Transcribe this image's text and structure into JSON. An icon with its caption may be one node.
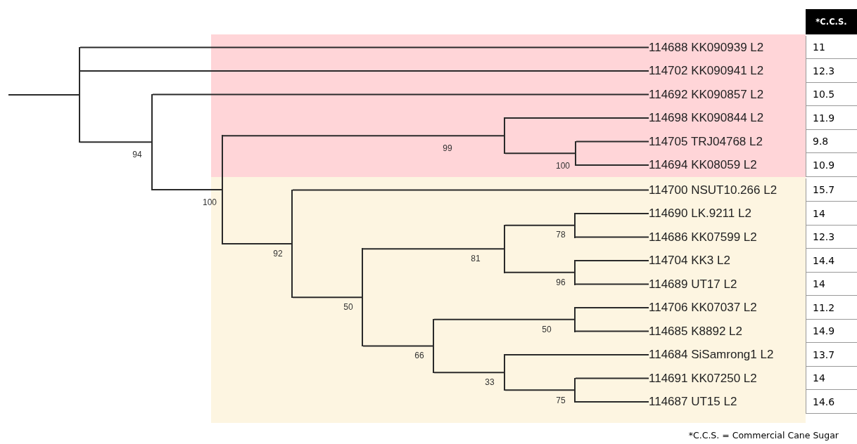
{
  "diagram": {
    "nodes": [
      {
        "text": [],
        "shape": "band"
      },
      {
        "text": [
          "114688 KK090939 L2"
        ],
        "in": 0
      },
      {
        "text": [
          "114702 KK090941 L2"
        ],
        "in": 0
      },
      {
        "text": [
          "114692 KK090857 L2"
        ],
        "in": 0
      },
      {
        "text": [
          "114698 KK090844 L2"
        ],
        "in": 0
      },
      {
        "text": [
          "114705 TRJ04768 L2"
        ],
        "in": 0
      },
      {
        "text": [
          "114694 KK08059 L2"
        ],
        "in": 0
      },
      {
        "text": [],
        "shape": "band"
      },
      {
        "text": [
          "114700 NSUT10.266 L2"
        ],
        "in": 7
      },
      {
        "text": [
          "114690 LK.9211 L2"
        ],
        "in": 7
      },
      {
        "text": [
          "114686 KK07599 L2"
        ],
        "in": 7
      },
      {
        "text": [
          "114704 KK3 L2"
        ],
        "in": 7
      },
      {
        "text": [
          "114689 UT17 L2"
        ],
        "in": 7
      },
      {
        "text": [
          "114706 KK07037 L2"
        ],
        "in": 7
      },
      {
        "text": [
          "114685 K8892 L2"
        ],
        "in": 7
      },
      {
        "text": [
          "114684 SiSamrong1 L2"
        ],
        "in": 7
      },
      {
        "text": [
          "114691 KK07250 L2"
        ],
        "in": 7
      },
      {
        "text": [
          "114687 UT15 L2"
        ],
        "in": 7
      },
      {
        "text": [],
        "shape": "bar"
      },
      {
        "text": [],
        "shape": "bar"
      },
      {
        "text": [],
        "shape": "bar"
      },
      {
        "text": [],
        "shape": "bar",
        "in": 0
      },
      {
        "text": [],
        "shape": "bar",
        "in": 0
      },
      {
        "text": [],
        "shape": "bar",
        "in": 7
      },
      {
        "text": [],
        "shape": "bar",
        "in": 7
      },
      {
        "text": [],
        "shape": "bar",
        "in": 7
      },
      {
        "text": [],
        "shape": "bar",
        "in": 7
      },
      {
        "text": [],
        "shape": "bar",
        "in": 7
      },
      {
        "text": [],
        "shape": "bar",
        "in": 7
      },
      {
        "text": [],
        "shape": "bar",
        "in": 7
      },
      {
        "text": [],
        "shape": "bar",
        "in": 7
      },
      {
        "text": [],
        "shape": "bar",
        "in": 7
      }
    ],
    "edges": [
      {
        "from": null,
        "to": 18,
        "arrow": "none"
      },
      {
        "from": 18,
        "to": 1,
        "arrow": "none"
      },
      {
        "from": 18,
        "to": 2,
        "arrow": "none"
      },
      {
        "from": 18,
        "to": 19,
        "arrow": "none",
        "label": "94"
      },
      {
        "from": 19,
        "to": 3,
        "arrow": "none"
      },
      {
        "from": 19,
        "to": 20,
        "arrow": "none",
        "label": "100"
      },
      {
        "from": 20,
        "to": 21,
        "arrow": "none",
        "label": "99"
      },
      {
        "from": 20,
        "to": 23,
        "arrow": "none",
        "label": "92"
      },
      {
        "from": 21,
        "to": 4,
        "arrow": "none"
      },
      {
        "from": 21,
        "to": 22,
        "arrow": "none",
        "label": "100"
      },
      {
        "from": 22,
        "to": 5,
        "arrow": "none"
      },
      {
        "from": 22,
        "to": 6,
        "arrow": "none"
      },
      {
        "from": 23,
        "to": 8,
        "arrow": "none"
      },
      {
        "from": 23,
        "to": 24,
        "arrow": "none",
        "label": "50"
      },
      {
        "from": 24,
        "to": 25,
        "arrow": "none",
        "label": "81"
      },
      {
        "from": 24,
        "to": 28,
        "arrow": "none",
        "label": "66"
      },
      {
        "from": 25,
        "to": 26,
        "arrow": "none",
        "label": "78"
      },
      {
        "from": 25,
        "to": 27,
        "arrow": "none",
        "label": "96"
      },
      {
        "from": 26,
        "to": 9,
        "arrow": "none"
      },
      {
        "from": 26,
        "to": 10,
        "arrow": "none"
      },
      {
        "from": 27,
        "to": 11,
        "arrow": "none"
      },
      {
        "from": 27,
        "to": 12,
        "arrow": "none"
      },
      {
        "from": 28,
        "to": 29,
        "arrow": "none",
        "label": "50"
      },
      {
        "from": 28,
        "to": 30,
        "arrow": "none",
        "label": "33"
      },
      {
        "from": 29,
        "to": 13,
        "arrow": "none"
      },
      {
        "from": 29,
        "to": 14,
        "arrow": "none"
      },
      {
        "from": 30,
        "to": 15,
        "arrow": "none"
      },
      {
        "from": 30,
        "to": 31,
        "arrow": "none",
        "label": "75"
      },
      {
        "from": 31,
        "to": 16,
        "arrow": "none"
      },
      {
        "from": 31,
        "to": 17,
        "arrow": "none"
      }
    ],
    "labels": [
      "*C.C.S.",
      "11",
      "12.3",
      "10.5",
      "11.9",
      "9.8",
      "10.9",
      "15.7",
      "14",
      "12.3",
      "14.4",
      "14",
      "11.2",
      "14.9",
      "13.7",
      "14",
      "14.6",
      "*C.C.S. = Commercial Cane Sugar"
    ]
  }
}
